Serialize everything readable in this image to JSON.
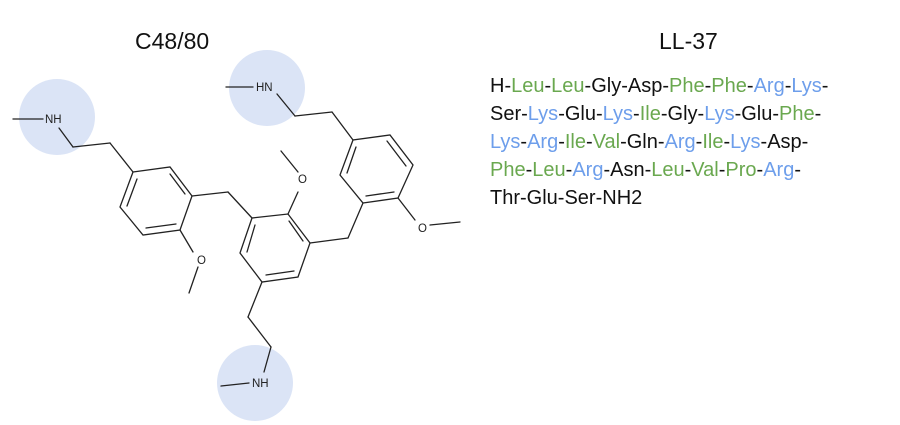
{
  "molecule": {
    "title": "C48/80",
    "atom_labels": {
      "nh_left": "NH",
      "nh_top": "HN",
      "nh_bottom": "NH",
      "o": "O"
    },
    "highlight_color": "#dbe4f6"
  },
  "peptide": {
    "title": "LL-37",
    "colors": {
      "hydrophobic": "#6aa84f",
      "basic": "#6d9eeb",
      "other": "#111111"
    },
    "lines": [
      [
        {
          "t": "H",
          "c": "n"
        },
        {
          "t": "Leu",
          "c": "h"
        },
        {
          "t": "Leu",
          "c": "h"
        },
        {
          "t": "Gly",
          "c": "n"
        },
        {
          "t": "Asp",
          "c": "n"
        },
        {
          "t": "Phe",
          "c": "h"
        },
        {
          "t": "Phe",
          "c": "h"
        },
        {
          "t": "Arg",
          "c": "b"
        },
        {
          "t": "Lys",
          "c": "b"
        }
      ],
      [
        {
          "t": "Ser",
          "c": "n"
        },
        {
          "t": "Lys",
          "c": "b"
        },
        {
          "t": "Glu",
          "c": "n"
        },
        {
          "t": "Lys",
          "c": "b"
        },
        {
          "t": "Ile",
          "c": "h"
        },
        {
          "t": "Gly",
          "c": "n"
        },
        {
          "t": "Lys",
          "c": "b"
        },
        {
          "t": "Glu",
          "c": "n"
        },
        {
          "t": "Phe",
          "c": "h"
        }
      ],
      [
        {
          "t": "Lys",
          "c": "b"
        },
        {
          "t": "Arg",
          "c": "b"
        },
        {
          "t": "Ile",
          "c": "h"
        },
        {
          "t": "Val",
          "c": "h"
        },
        {
          "t": "Gln",
          "c": "n"
        },
        {
          "t": "Arg",
          "c": "b"
        },
        {
          "t": "Ile",
          "c": "h"
        },
        {
          "t": "Lys",
          "c": "b"
        },
        {
          "t": "Asp",
          "c": "n"
        }
      ],
      [
        {
          "t": "Phe",
          "c": "h"
        },
        {
          "t": "Leu",
          "c": "h"
        },
        {
          "t": "Arg",
          "c": "b"
        },
        {
          "t": "Asn",
          "c": "n"
        },
        {
          "t": "Leu",
          "c": "h"
        },
        {
          "t": "Val",
          "c": "h"
        },
        {
          "t": "Pro",
          "c": "h"
        },
        {
          "t": "Arg",
          "c": "b"
        }
      ],
      [
        {
          "t": "Thr",
          "c": "n"
        },
        {
          "t": "Glu",
          "c": "n"
        },
        {
          "t": "Ser",
          "c": "n"
        },
        {
          "t": "NH2",
          "c": "n"
        }
      ]
    ]
  }
}
